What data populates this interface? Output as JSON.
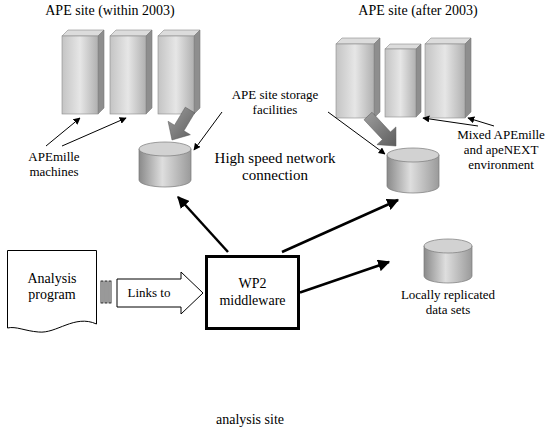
{
  "diagram": {
    "nodes": [
      {
        "text": [
          "Analysis program"
        ]
      },
      {
        "text": [
          "WP2 middleware"
        ]
      },
      {
        "text": [
          "Locally replicated data sets"
        ]
      }
    ],
    "edges": [
      {
        "from": 0,
        "to": 1,
        "label": "Links to",
        "arrow": "to"
      },
      {
        "from": 1,
        "to": 2,
        "arrow": "to"
      }
    ],
    "labels": [
      "APE site (within 2003)",
      "APE site (after 2003)",
      "APEmille machines",
      "APE site storage facilities",
      "Mixed APEmille and apeNEXT environment",
      "High speed network connection",
      "analysis site"
    ]
  }
}
